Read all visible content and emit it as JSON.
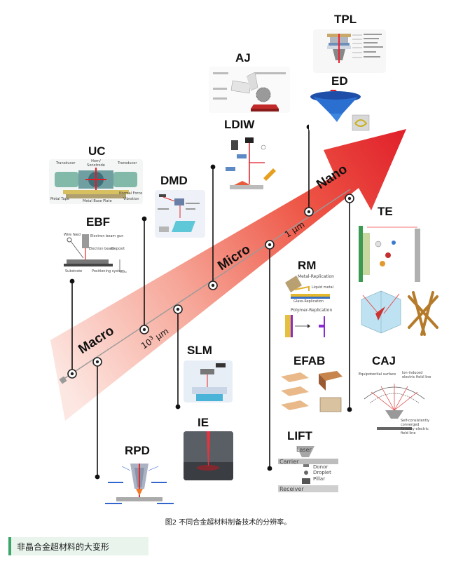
{
  "figure": {
    "scale_labels": {
      "macro": "Macro",
      "micro": "Micro",
      "nano": "Nano",
      "tick_10_3": "10",
      "tick_10_3_exp": "3",
      "tick_unit_um": " μm",
      "tick_1um": "1 μm"
    },
    "techniques_top": [
      "TPL",
      "ED",
      "AJ",
      "LDIW",
      "DMD",
      "UC",
      "EBF"
    ],
    "techniques_bottom": [
      "RPD",
      "SLM",
      "IE",
      "LIFT",
      "EFAB",
      "RM",
      "TE",
      "CAJ"
    ],
    "panel_text": {
      "uc_transducer_left": "Transducer",
      "uc_horn": "Horn/ Sonotrode",
      "uc_transducer_right": "Transducer",
      "uc_normal_force": "Normal Force",
      "uc_vibration": "Vibration",
      "uc_metal_tape": "Metal Tape",
      "uc_metal_base": "Metal Base Plate",
      "ebf_gun": "Electron beam gun",
      "ebf_wire": "Wire feed",
      "ebf_beam": "Electron beam",
      "ebf_deposit": "Deposit",
      "ebf_substrate": "Substrate",
      "ebf_positioning": "Positioning system",
      "rm_metal": "Metal-Replication",
      "rm_liquid": "Liquid metal",
      "rm_glass": "Glass-Replication",
      "rm_polymer": "Polymer-Replication",
      "lift_laser": "Laser",
      "lift_carrier": "Carrier",
      "lift_donor": "Donor",
      "lift_droplet": "Droplet",
      "lift_pillar": "Pillar",
      "lift_receiver": "Receiver",
      "caj_surface": "Equipotential surface",
      "caj_ion": "Ion-induced electric field line",
      "caj_self": "Self-consistently converged Faraday electric field line"
    },
    "caption": "图2 不同合金超材料制备技术的分辨率。"
  },
  "footer": {
    "title": "非晶合金超材料的大变形"
  },
  "colors": {
    "arrow_dark": "#e8252a",
    "arrow_light": "#fbe1dc",
    "footer_bar": "#3aa66a"
  }
}
